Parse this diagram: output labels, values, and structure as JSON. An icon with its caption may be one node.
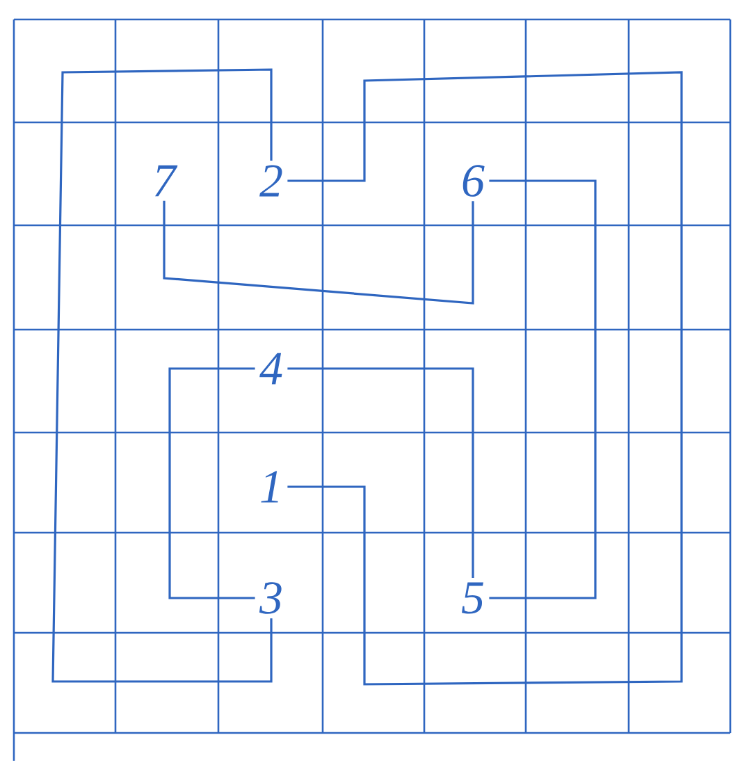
{
  "diagram": {
    "nodes": [
      {
        "text": [
          "7"
        ]
      },
      {
        "text": [
          "2"
        ]
      },
      {
        "text": [
          "6"
        ]
      },
      {
        "text": [
          "4"
        ]
      },
      {
        "text": [
          "1"
        ]
      },
      {
        "text": [
          "3"
        ]
      },
      {
        "text": [
          "5"
        ]
      }
    ],
    "edges": [
      {
        "from": 1,
        "to": 4,
        "arrow": "none"
      },
      {
        "from": 1,
        "to": 5,
        "arrow": "none"
      },
      {
        "from": 0,
        "to": 2,
        "arrow": "none"
      },
      {
        "from": 2,
        "to": 6,
        "arrow": "none"
      },
      {
        "from": 3,
        "to": 6,
        "arrow": "none"
      },
      {
        "from": 3,
        "to": 5,
        "arrow": "none"
      }
    ]
  }
}
